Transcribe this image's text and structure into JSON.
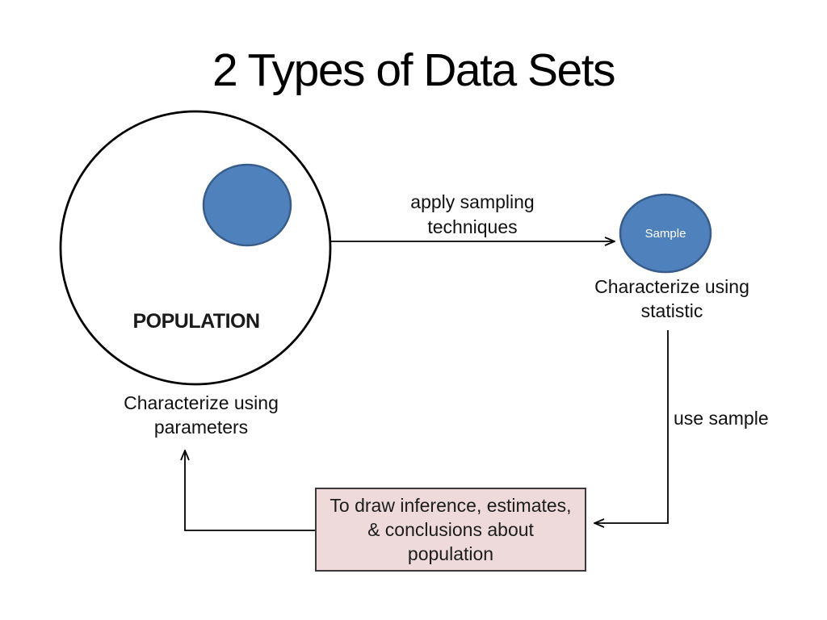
{
  "title": "2 Types of Data Sets",
  "population": {
    "label": "POPULATION",
    "caption": [
      "Characterize using",
      "parameters"
    ]
  },
  "sample": {
    "label": "Sample",
    "caption": [
      "Characterize using",
      "statistic"
    ]
  },
  "flow": {
    "apply_sampling": [
      "apply sampling",
      "techniques"
    ],
    "use_sample": "use sample"
  },
  "inference_box": {
    "lines": [
      "To draw inference, estimates,",
      "& conclusions about",
      "population"
    ]
  },
  "colors": {
    "circle_fill": "#4f81bd",
    "circle_stroke": "#385d8a",
    "box_fill": "#efdadb",
    "box_border": "#3a3a3a",
    "line": "#000000",
    "background": "#ffffff"
  }
}
